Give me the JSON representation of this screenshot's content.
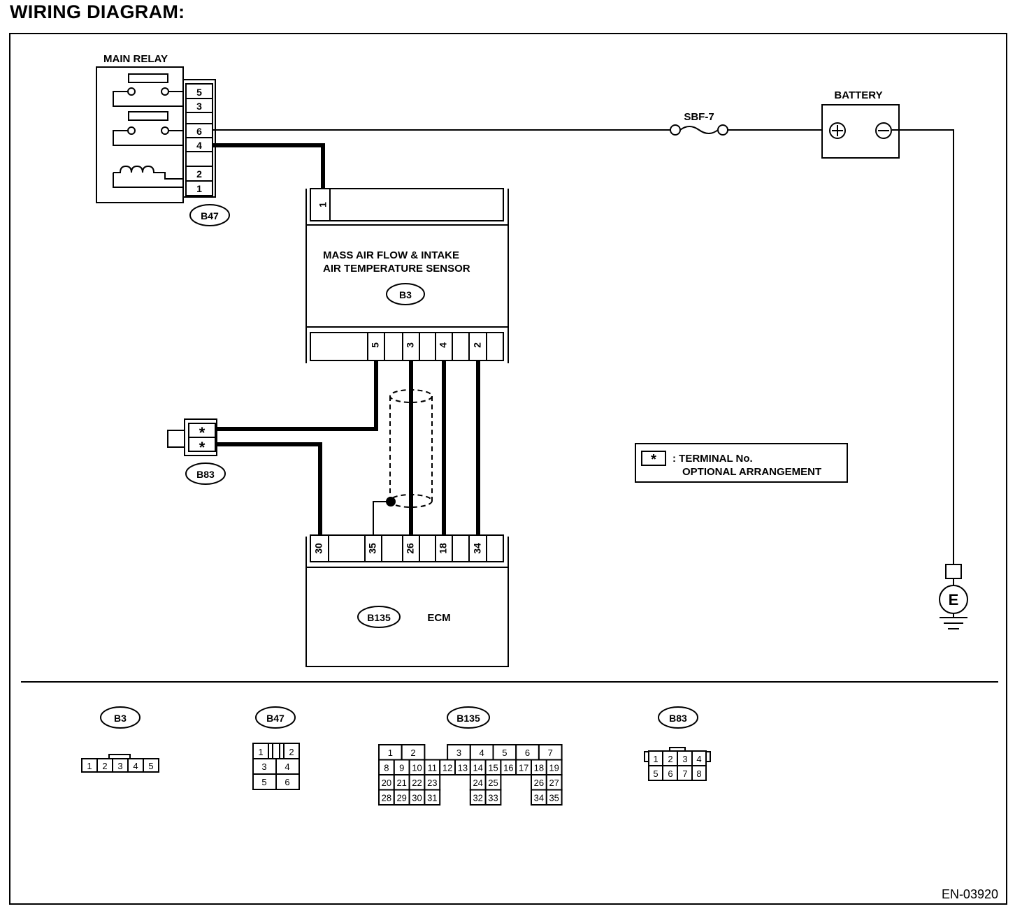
{
  "title": "WIRING DIAGRAM:",
  "footer_code": "EN-03920",
  "components": {
    "main_relay": {
      "label": "MAIN RELAY",
      "connector": "B47",
      "pins": [
        "5",
        "3",
        "6",
        "4",
        "2",
        "1"
      ]
    },
    "battery": {
      "label": "BATTERY"
    },
    "fuse": {
      "label": "SBF-7"
    },
    "maf_sensor": {
      "label_line1": "MASS AIR FLOW & INTAKE",
      "label_line2": "AIR TEMPERATURE SENSOR",
      "connector": "B3",
      "top_pin": "1",
      "bottom_pins": [
        "5",
        "3",
        "4",
        "2"
      ]
    },
    "b83": {
      "connector": "B83",
      "pins": [
        "*",
        "*"
      ]
    },
    "ecm": {
      "label": "ECM",
      "connector": "B135",
      "pins": [
        "30",
        "35",
        "26",
        "18",
        "34"
      ]
    },
    "ground": {
      "label": "E"
    }
  },
  "legend": {
    "symbol": "*",
    "line1": ": TERMINAL No.",
    "line2": "OPTIONAL ARRANGEMENT"
  },
  "connector_views": {
    "b3": {
      "label": "B3",
      "pins": [
        "1",
        "2",
        "3",
        "4",
        "5"
      ]
    },
    "b47": {
      "label": "B47",
      "rows": [
        [
          "1",
          "2"
        ],
        [
          "3",
          "4"
        ],
        [
          "5",
          "6"
        ]
      ]
    },
    "b135": {
      "label": "B135",
      "row1_left": [
        "1",
        "2"
      ],
      "row1_right": [
        "3",
        "4",
        "5",
        "6",
        "7"
      ],
      "row2": [
        "8",
        "9",
        "10",
        "11",
        "12",
        "13",
        "14",
        "15",
        "16",
        "17",
        "18",
        "19"
      ],
      "row3_a": [
        "20",
        "21",
        "22",
        "23"
      ],
      "row3_b": [
        "24",
        "25"
      ],
      "row3_c": [
        "26",
        "27"
      ],
      "row4_a": [
        "28",
        "29",
        "30",
        "31"
      ],
      "row4_b": [
        "32",
        "33"
      ],
      "row4_c": [
        "34",
        "35"
      ]
    },
    "b83": {
      "label": "B83",
      "rows": [
        [
          "1",
          "2",
          "3",
          "4"
        ],
        [
          "5",
          "6",
          "7",
          "8"
        ]
      ]
    }
  }
}
